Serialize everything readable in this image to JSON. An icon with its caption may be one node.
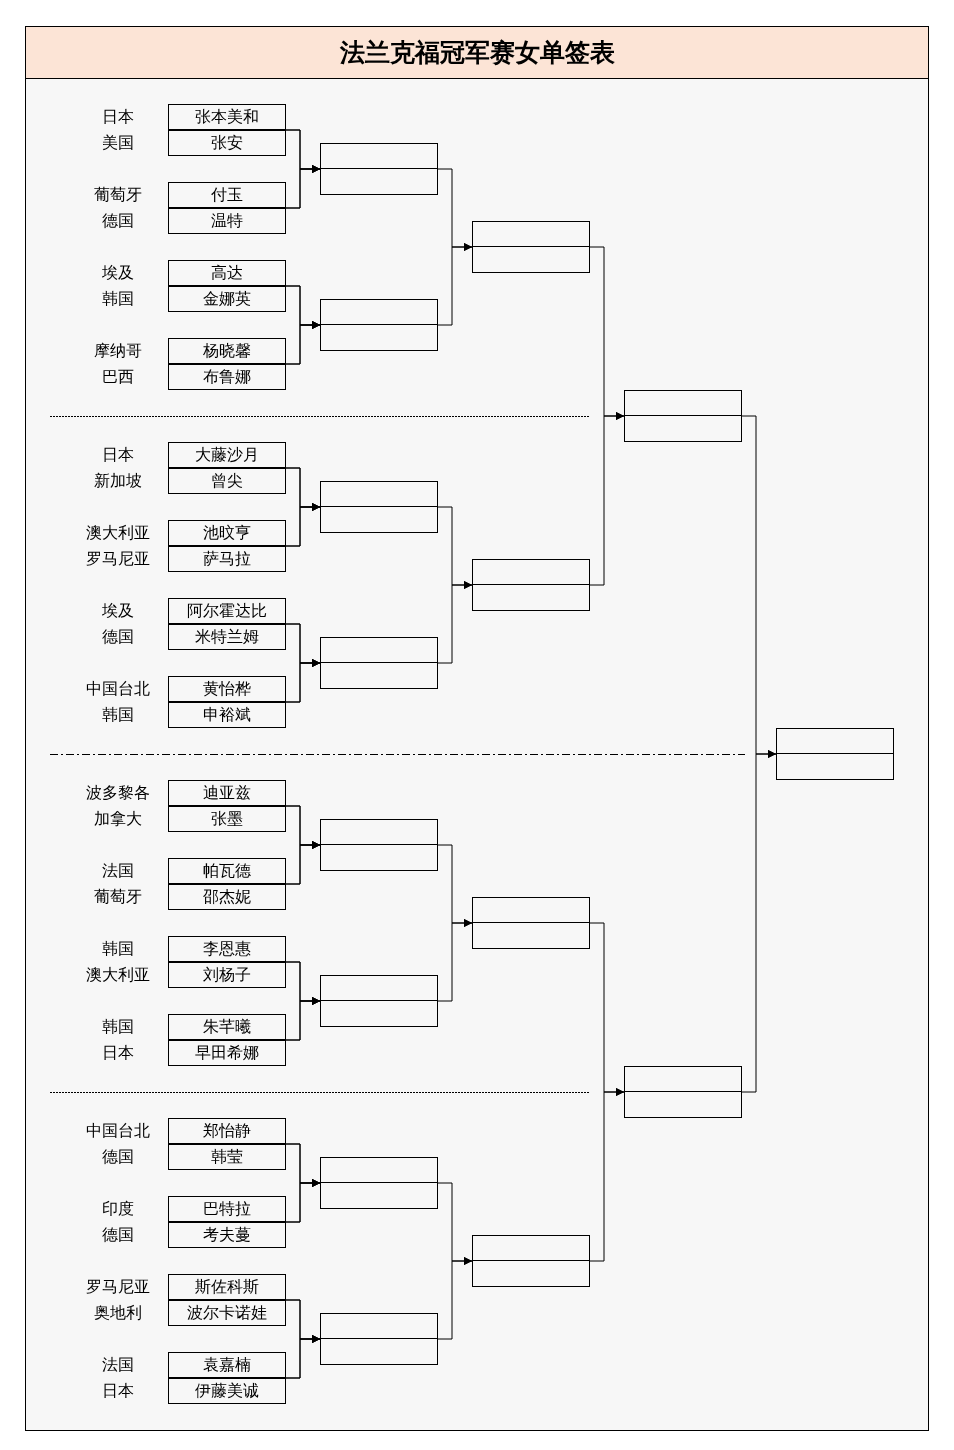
{
  "diagram": {
    "title": "法兰克福冠军赛女单签表",
    "nodes": [
      {
        "text": [
          "张本美和"
        ],
        "beside": [
          "日本"
        ]
      },
      {
        "text": [
          "张安"
        ],
        "beside": [
          "美国"
        ]
      },
      {
        "text": [
          "付玉"
        ],
        "beside": [
          "葡萄牙"
        ]
      },
      {
        "text": [
          "温特"
        ],
        "beside": [
          "德国"
        ]
      },
      {
        "text": [
          "高达"
        ],
        "beside": [
          "埃及"
        ]
      },
      {
        "text": [
          "金娜英"
        ],
        "beside": [
          "韩国"
        ]
      },
      {
        "text": [
          "杨晓馨"
        ],
        "beside": [
          "摩纳哥"
        ]
      },
      {
        "text": [
          "布鲁娜"
        ],
        "beside": [
          "巴西"
        ]
      },
      {
        "text": [
          "大藤沙月"
        ],
        "beside": [
          "日本"
        ]
      },
      {
        "text": [
          "曾尖"
        ],
        "beside": [
          "新加坡"
        ]
      },
      {
        "text": [
          "池旼亨"
        ],
        "beside": [
          "澳大利亚"
        ]
      },
      {
        "text": [
          "萨马拉"
        ],
        "beside": [
          "罗马尼亚"
        ]
      },
      {
        "text": [
          "阿尔霍达比"
        ],
        "beside": [
          "埃及"
        ]
      },
      {
        "text": [
          "米特兰姆"
        ],
        "beside": [
          "德国"
        ]
      },
      {
        "text": [
          "黄怡桦"
        ],
        "beside": [
          "中国台北"
        ]
      },
      {
        "text": [
          "申裕斌"
        ],
        "beside": [
          "韩国"
        ]
      },
      {
        "text": [
          "迪亚兹"
        ],
        "beside": [
          "波多黎各"
        ]
      },
      {
        "text": [
          "张墨"
        ],
        "beside": [
          "加拿大"
        ]
      },
      {
        "text": [
          "帕瓦德"
        ],
        "beside": [
          "法国"
        ]
      },
      {
        "text": [
          "邵杰妮"
        ],
        "beside": [
          "葡萄牙"
        ]
      },
      {
        "text": [
          "李恩惠"
        ],
        "beside": [
          "韩国"
        ]
      },
      {
        "text": [
          "刘杨子"
        ],
        "beside": [
          "澳大利亚"
        ]
      },
      {
        "text": [
          "朱芊曦"
        ],
        "beside": [
          "韩国"
        ]
      },
      {
        "text": [
          "早田希娜"
        ],
        "beside": [
          "日本"
        ]
      },
      {
        "text": [
          "郑怡静"
        ],
        "beside": [
          "中国台北"
        ]
      },
      {
        "text": [
          "韩莹"
        ],
        "beside": [
          "德国"
        ]
      },
      {
        "text": [
          "巴特拉"
        ],
        "beside": [
          "印度"
        ]
      },
      {
        "text": [
          "考夫蔓"
        ],
        "beside": [
          "德国"
        ]
      },
      {
        "text": [
          "斯佐科斯"
        ],
        "beside": [
          "罗马尼亚"
        ]
      },
      {
        "text": [
          "波尔卡诺娃"
        ],
        "beside": [
          "奥地利"
        ]
      },
      {
        "text": [
          "袁嘉楠"
        ],
        "beside": [
          "法国"
        ]
      },
      {
        "text": [
          "伊藤美诚"
        ],
        "beside": [
          "日本"
        ]
      },
      {
        "text": [],
        "shape": "box"
      },
      {
        "text": [],
        "shape": "box"
      },
      {
        "text": [],
        "shape": "box"
      },
      {
        "text": [],
        "shape": "box"
      },
      {
        "text": [],
        "shape": "box"
      },
      {
        "text": [],
        "shape": "box"
      },
      {
        "text": [],
        "shape": "box"
      },
      {
        "text": [],
        "shape": "box"
      },
      {
        "text": [],
        "shape": "box"
      },
      {
        "text": [],
        "shape": "box"
      },
      {
        "text": [],
        "shape": "box"
      },
      {
        "text": [],
        "shape": "box"
      },
      {
        "text": [],
        "shape": "box"
      },
      {
        "text": [],
        "shape": "box"
      },
      {
        "text": [],
        "shape": "box"
      }
    ],
    "edges": [
      {
        "from": 0,
        "to": 32,
        "arrow": "to"
      },
      {
        "from": 1,
        "to": 32,
        "arrow": "to"
      },
      {
        "from": 2,
        "to": 32,
        "arrow": "to"
      },
      {
        "from": 3,
        "to": 32,
        "arrow": "to"
      },
      {
        "from": 4,
        "to": 33,
        "arrow": "to"
      },
      {
        "from": 5,
        "to": 33,
        "arrow": "to"
      },
      {
        "from": 6,
        "to": 33,
        "arrow": "to"
      },
      {
        "from": 7,
        "to": 33,
        "arrow": "to"
      },
      {
        "from": 8,
        "to": 34,
        "arrow": "to"
      },
      {
        "from": 9,
        "to": 34,
        "arrow": "to"
      },
      {
        "from": 10,
        "to": 34,
        "arrow": "to"
      },
      {
        "from": 11,
        "to": 34,
        "arrow": "to"
      },
      {
        "from": 12,
        "to": 35,
        "arrow": "to"
      },
      {
        "from": 13,
        "to": 35,
        "arrow": "to"
      },
      {
        "from": 14,
        "to": 35,
        "arrow": "to"
      },
      {
        "from": 15,
        "to": 35,
        "arrow": "to"
      },
      {
        "from": 16,
        "to": 36,
        "arrow": "to"
      },
      {
        "from": 17,
        "to": 36,
        "arrow": "to"
      },
      {
        "from": 18,
        "to": 36,
        "arrow": "to"
      },
      {
        "from": 19,
        "to": 36,
        "arrow": "to"
      },
      {
        "from": 20,
        "to": 37,
        "arrow": "to"
      },
      {
        "from": 21,
        "to": 37,
        "arrow": "to"
      },
      {
        "from": 22,
        "to": 37,
        "arrow": "to"
      },
      {
        "from": 23,
        "to": 37,
        "arrow": "to"
      },
      {
        "from": 24,
        "to": 38,
        "arrow": "to"
      },
      {
        "from": 25,
        "to": 38,
        "arrow": "to"
      },
      {
        "from": 26,
        "to": 38,
        "arrow": "to"
      },
      {
        "from": 27,
        "to": 38,
        "arrow": "to"
      },
      {
        "from": 28,
        "to": 39,
        "arrow": "to"
      },
      {
        "from": 29,
        "to": 39,
        "arrow": "to"
      },
      {
        "from": 30,
        "to": 39,
        "arrow": "to"
      },
      {
        "from": 31,
        "to": 39,
        "arrow": "to"
      },
      {
        "from": 32,
        "to": 40,
        "arrow": "to"
      },
      {
        "from": 33,
        "to": 40,
        "arrow": "to"
      },
      {
        "from": 34,
        "to": 41,
        "arrow": "to"
      },
      {
        "from": 35,
        "to": 41,
        "arrow": "to"
      },
      {
        "from": 36,
        "to": 42,
        "arrow": "to"
      },
      {
        "from": 37,
        "to": 42,
        "arrow": "to"
      },
      {
        "from": 38,
        "to": 43,
        "arrow": "to"
      },
      {
        "from": 39,
        "to": 43,
        "arrow": "to"
      },
      {
        "from": 40,
        "to": 44,
        "arrow": "to"
      },
      {
        "from": 41,
        "to": 44,
        "arrow": "to"
      },
      {
        "from": 42,
        "to": 45,
        "arrow": "to"
      },
      {
        "from": 43,
        "to": 45,
        "arrow": "to"
      },
      {
        "from": 44,
        "to": 46,
        "arrow": "to"
      },
      {
        "from": 45,
        "to": 46,
        "arrow": "to"
      }
    ]
  }
}
